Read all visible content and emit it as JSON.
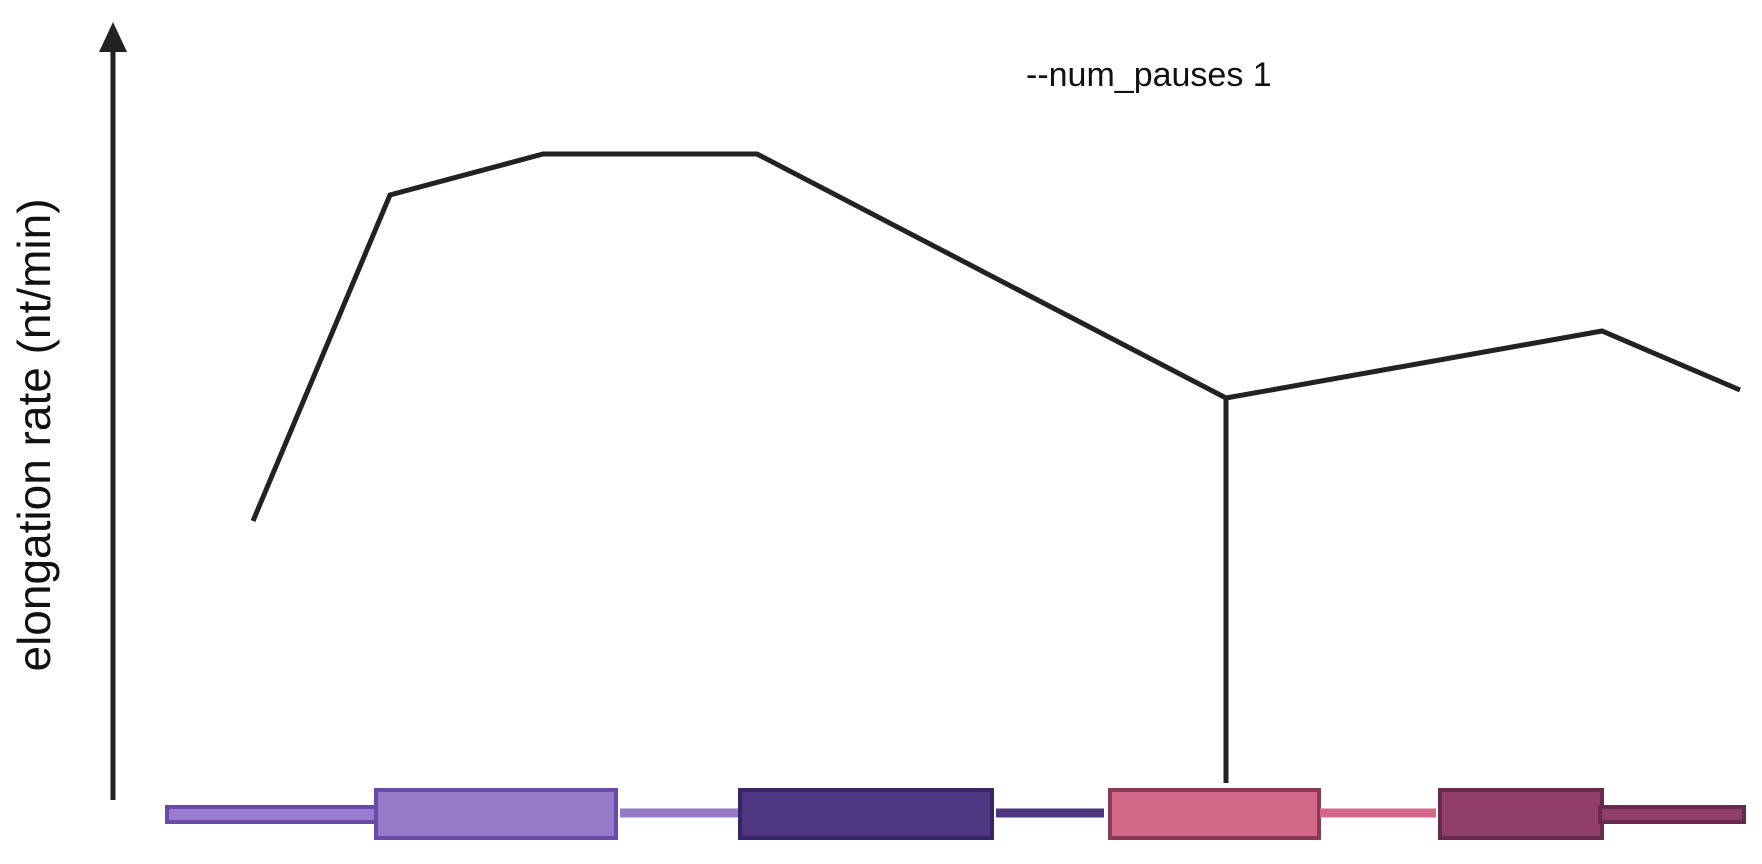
{
  "y_axis": {
    "label": "elongation rate (nt/min)"
  },
  "annotation": {
    "text": "--num_pauses 1"
  },
  "rate_profile": {
    "shape": "piecewise-linear curve, rises then declines to a pause point, then rises and falls"
  },
  "pause_marker": {
    "description": "vertical drop line from curve to gene model at the pause"
  },
  "gene_model": {
    "segments": [
      {
        "kind": "utr",
        "color": "#9a7bd0",
        "border": "#6a4aa8"
      },
      {
        "kind": "exon",
        "color": "#9679c9",
        "border": "#6a4aa8"
      },
      {
        "kind": "intron",
        "color": "#9679c9"
      },
      {
        "kind": "exon",
        "color": "#4f3680",
        "border": "#3a2467"
      },
      {
        "kind": "intron",
        "color": "#4f3680"
      },
      {
        "kind": "exon",
        "color": "#d46888",
        "border": "#8a3a57"
      },
      {
        "kind": "intron",
        "color": "#d46888"
      },
      {
        "kind": "exon",
        "color": "#923e6c",
        "border": "#6a2a4e"
      },
      {
        "kind": "utr",
        "color": "#923e6c",
        "border": "#6a2a4e"
      }
    ]
  },
  "colors": {
    "axis": "#222222",
    "curve": "#222222"
  }
}
